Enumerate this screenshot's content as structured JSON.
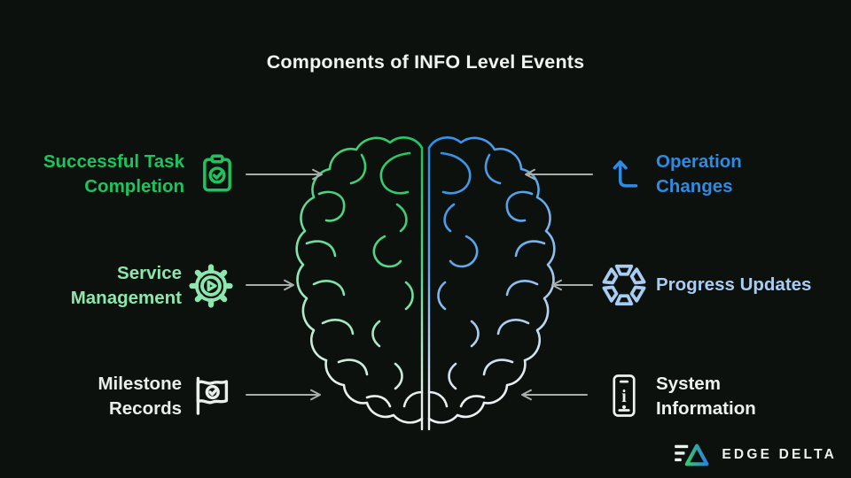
{
  "title": "Components of INFO Level Events",
  "background_color": "#0c110e",
  "arrow_color": "#a7aeab",
  "items": [
    {
      "id": "successful-task-completion",
      "side": "left",
      "label": [
        "Successful Task",
        "Completion"
      ],
      "color": "#1fc35e",
      "icon": "clipboard-check-icon"
    },
    {
      "id": "service-management",
      "side": "left",
      "label": [
        "Service",
        "Management"
      ],
      "color": "#8ce6ad",
      "icon": "gear-play-icon"
    },
    {
      "id": "milestone-records",
      "side": "left",
      "label": [
        "Milestone",
        "Records"
      ],
      "color": "#e9efe9",
      "icon": "flag-check-icon"
    },
    {
      "id": "operation-changes",
      "side": "right",
      "label": [
        "Operation",
        "Changes"
      ],
      "color": "#2e8be4",
      "icon": "arrow-up-corner-icon"
    },
    {
      "id": "progress-updates",
      "side": "right",
      "label": [
        "Progress Updates"
      ],
      "color": "#a9cdf2",
      "icon": "aperture-icon"
    },
    {
      "id": "system-information",
      "side": "right",
      "label": [
        "System",
        "Information"
      ],
      "color": "#eef2ee",
      "icon": "smartphone-info-icon"
    }
  ],
  "brain": {
    "left_hemisphere_top_color": "#1fc35e",
    "left_hemisphere_mid_color": "#8ce6ad",
    "right_hemisphere_top_color": "#2e8be4",
    "right_hemisphere_mid_color": "#a9cdf2",
    "bottom_color": "#eef2ee"
  },
  "logo": {
    "text": "EDGE DELTA",
    "triangle_green": "#35c86b",
    "triangle_blue": "#2f7fe0"
  }
}
